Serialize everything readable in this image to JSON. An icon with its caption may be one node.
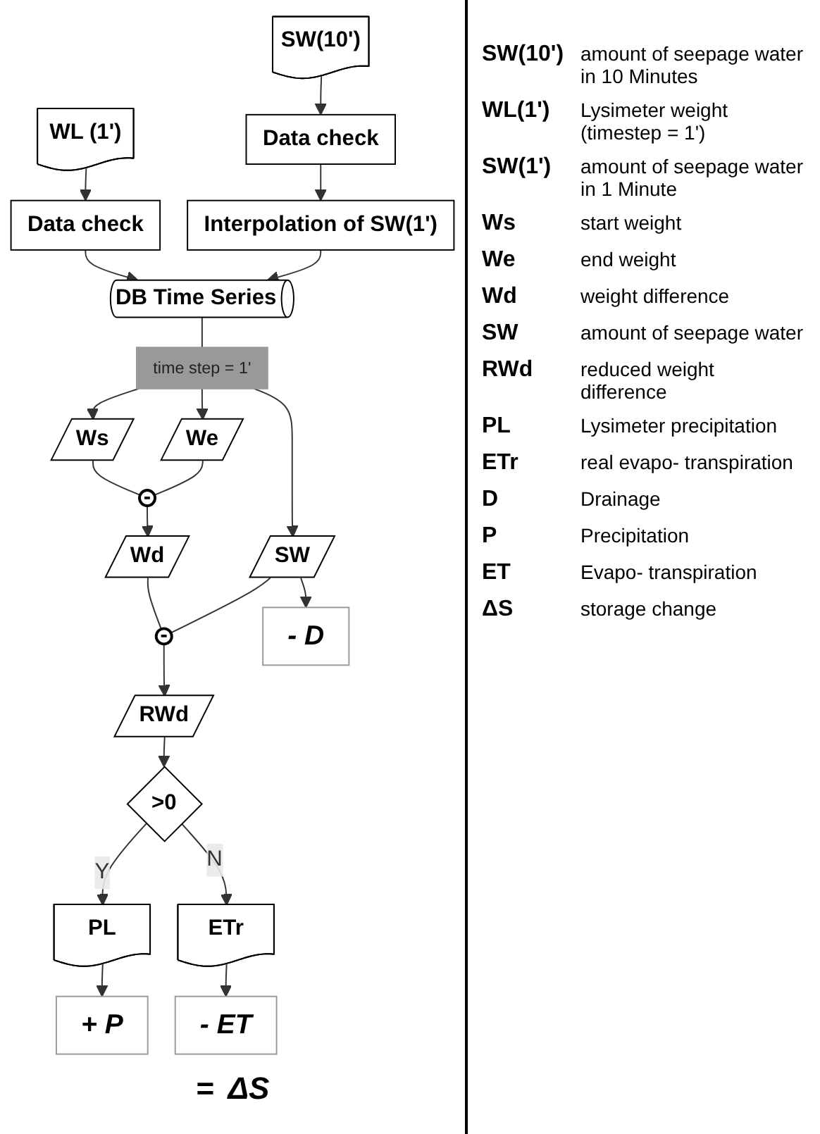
{
  "diagram": {
    "nodes": [
      {
        "text": [
          "SW(10')"
        ]
      },
      {
        "text": [
          "WL (1')"
        ]
      },
      {
        "text": [
          "Data check"
        ]
      },
      {
        "text": [
          "Data check"
        ]
      },
      {
        "text": [
          "Interpolation of SW(1')"
        ]
      },
      {
        "text": [
          "DB Time Series"
        ]
      },
      {
        "text": [
          "time step = 1'"
        ]
      },
      {
        "text": [
          "Ws"
        ]
      },
      {
        "text": [
          "We"
        ]
      },
      {
        "text": [
          "-"
        ]
      },
      {
        "text": [
          "SW"
        ]
      },
      {
        "text": [
          "Wd"
        ]
      },
      {
        "text": [
          "-"
        ]
      },
      {
        "text": [
          "RWd"
        ]
      },
      {
        "text": [
          ">0"
        ]
      },
      {
        "text": [
          "PL"
        ]
      },
      {
        "text": [
          "ETr"
        ]
      },
      {
        "text": [
          "- D"
        ]
      },
      {
        "text": [
          "+ P"
        ]
      },
      {
        "text": [
          "- ET"
        ]
      }
    ],
    "edges": [
      {
        "from": 0,
        "to": 2,
        "arrow": "to"
      },
      {
        "from": 1,
        "to": 3,
        "arrow": "to"
      },
      {
        "from": 2,
        "to": 4,
        "arrow": "to"
      },
      {
        "from": 4,
        "to": 5,
        "arrow": "to"
      },
      {
        "from": 3,
        "to": 5,
        "arrow": "to"
      },
      {
        "from": 5,
        "to": 6,
        "arrow": "none"
      },
      {
        "from": 6,
        "to": 7,
        "arrow": "to"
      },
      {
        "from": 6,
        "to": 8,
        "arrow": "to"
      },
      {
        "from": 6,
        "to": 10,
        "arrow": "to"
      },
      {
        "from": 7,
        "to": 9,
        "arrow": "none"
      },
      {
        "from": 8,
        "to": 9,
        "arrow": "none"
      },
      {
        "from": 9,
        "to": 11,
        "arrow": "to"
      },
      {
        "from": 10,
        "to": 12,
        "arrow": "none"
      },
      {
        "from": 11,
        "to": 12,
        "arrow": "none"
      },
      {
        "from": 12,
        "to": 13,
        "arrow": "to"
      },
      {
        "from": 13,
        "to": 14,
        "arrow": "to"
      },
      {
        "from": 14,
        "to": 15,
        "label": "Y",
        "arrow": "to"
      },
      {
        "from": 14,
        "to": 16,
        "label": "N",
        "arrow": "to"
      },
      {
        "from": 10,
        "to": 17,
        "arrow": "to"
      },
      {
        "from": 15,
        "to": 18,
        "arrow": "to"
      },
      {
        "from": 16,
        "to": 19,
        "arrow": "to"
      }
    ],
    "labels": [
      "=",
      "ΔS",
      "SW(10')",
      "amount of seepage water in 10 Minutes",
      "WL(1')",
      "Lysimeter weight (timestep = 1')",
      "SW(1')",
      "amount of seepage water in 1 Minute",
      "Ws",
      "start weight",
      "We",
      "end weight",
      "Wd",
      "weight difference",
      "SW",
      "amount of seepage water",
      "RWd",
      "reduced weight difference",
      "PL",
      "Lysimeter precipitation",
      "ETr",
      "real evapo- transpiration",
      "D",
      "Drainage",
      "P",
      "Precipitation",
      "ET",
      "Evapo- transpiration",
      "ΔS",
      "storage change"
    ]
  }
}
